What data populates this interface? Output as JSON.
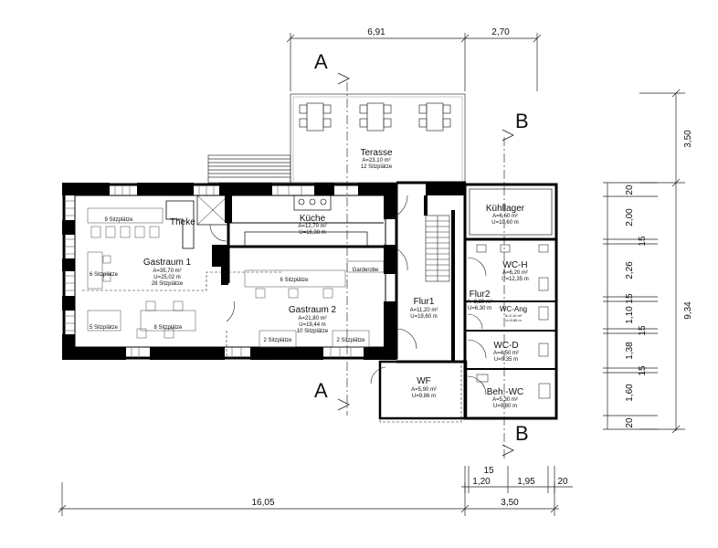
{
  "dimensions": {
    "top": [
      "6,91",
      "2,70"
    ],
    "bottom": [
      "16,05",
      "3,50"
    ],
    "bottom_small": [
      "15",
      "1,20",
      "1,95",
      "20"
    ],
    "right_total": "9,34",
    "right_top": "3,50",
    "right_segments": [
      "20",
      "2,00",
      "15",
      "2,26",
      "15",
      "1,10",
      "15",
      "1,38",
      "15",
      "1,60",
      "20"
    ]
  },
  "sections": {
    "a_top": "A",
    "a_bottom": "A",
    "b_top": "B",
    "b_bottom": "B"
  },
  "rooms": [
    {
      "name": "Terasse",
      "lines": [
        "A=23,10 m²",
        "12 Sitzplätze"
      ]
    },
    {
      "name": "Gastraum 1",
      "lines": [
        "A=35,70 m²",
        "U=25,02 m",
        "28 Sitzplätze"
      ]
    },
    {
      "name": "Küche",
      "lines": [
        "A=12,70 m²",
        "U=16,38 m"
      ]
    },
    {
      "name": "Gastraum 2",
      "lines": [
        "A=21,80 m²",
        "U=19,44 m",
        "10 Sitzplätze"
      ]
    },
    {
      "name": "Kühllager",
      "lines": [
        "A=6,60 m²",
        "U=10,60 m"
      ]
    },
    {
      "name": "WC-H",
      "lines": [
        "A=6,20 m²",
        "U=12,35 m"
      ]
    },
    {
      "name": "Flur1",
      "lines": [
        "A=11,20 m²",
        "U=19,60 m"
      ]
    },
    {
      "name": "Flur2",
      "lines": [
        "A=2,30 m²",
        "U=6,30 m"
      ]
    },
    {
      "name": "WC-Ang",
      "lines": [
        "A=2,10 m²",
        "U=5,80 m"
      ]
    },
    {
      "name": "WC-D",
      "lines": [
        "A=4,50 m²",
        "U=9,35 m"
      ]
    },
    {
      "name": "WF",
      "lines": [
        "A=5,90 m²",
        "U=9,86 m"
      ]
    },
    {
      "name": "Beh.-WC",
      "lines": [
        "A=5,30 m²",
        "U=9,80 m"
      ]
    }
  ],
  "labels": {
    "theke": "Theke",
    "garderobe": "Garderobe",
    "seats_9": "9 Sitzplätze",
    "seats_6a": "6 Sitzplätze",
    "seats_5": "5 Sitzplätze",
    "seats_8": "8 Sitzplätze",
    "seats_6b": "6 Sitzplätze",
    "seats_2a": "2 Sitzplätze",
    "seats_2b": "2 Sitzplätze"
  }
}
